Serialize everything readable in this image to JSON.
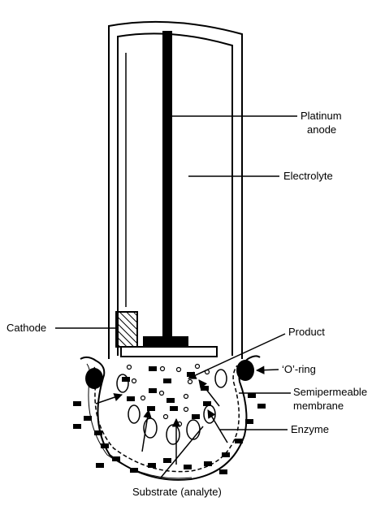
{
  "labels": {
    "platinum_anode_line1": "Platinum",
    "platinum_anode_line2": "anode",
    "electrolyte": "Electrolyte",
    "cathode": "Cathode",
    "product": "Product",
    "o_ring": "‘O’-ring",
    "semipermeable_line1": "Semipermeable",
    "semipermeable_line2": "membrane",
    "enzyme": "Enzyme",
    "substrate": "Substrate (analyte)"
  },
  "colors": {
    "ink": "#000000",
    "background": "#ffffff"
  }
}
